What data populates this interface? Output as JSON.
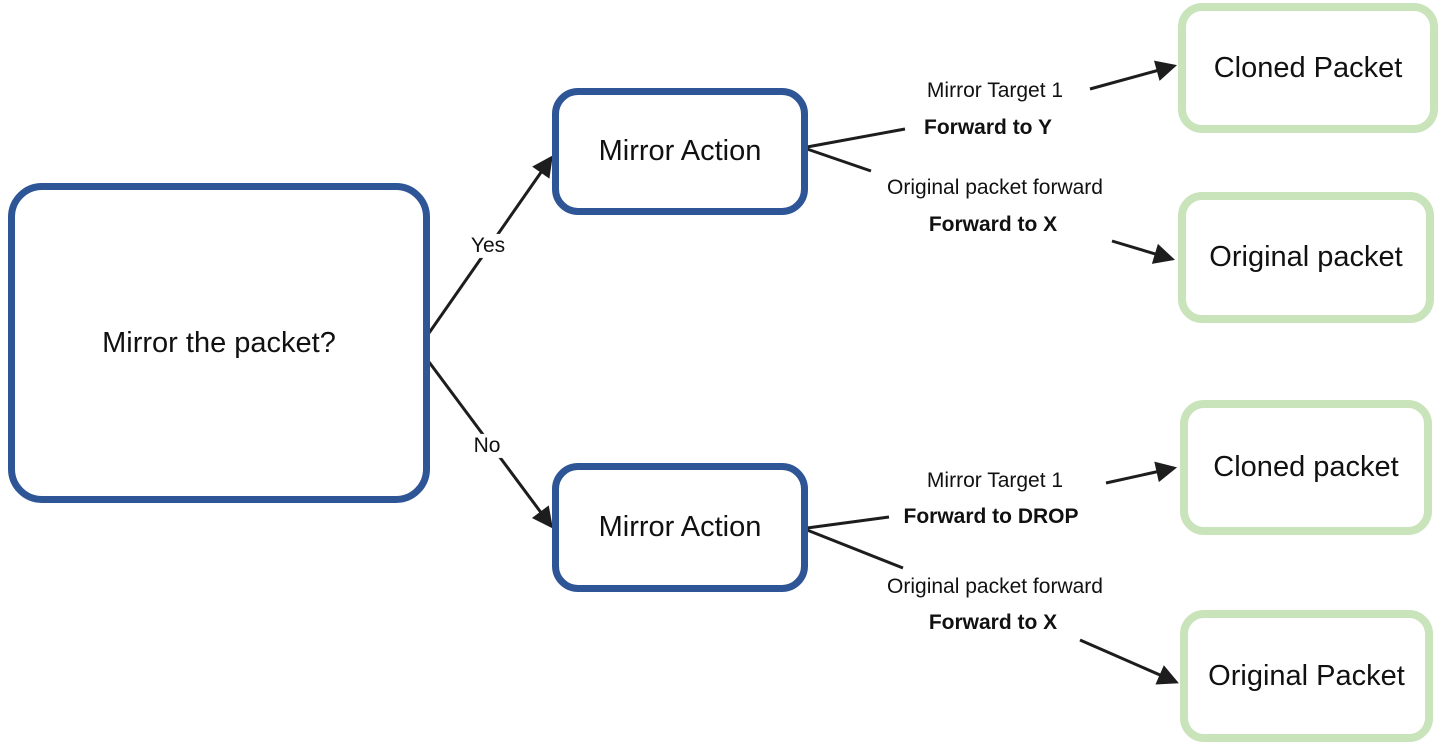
{
  "colors": {
    "node-blue": "#2e5596",
    "node-green": "#c9e3ba",
    "line": "#1d1d1d",
    "text": "#111111"
  },
  "nodes": {
    "decision": {
      "label": "Mirror the packet?"
    },
    "action_yes": {
      "label": "Mirror Action"
    },
    "action_no": {
      "label": "Mirror Action"
    },
    "output_cloned_yes": {
      "label": "Cloned Packet"
    },
    "output_original_yes": {
      "label": "Original packet"
    },
    "output_cloned_no": {
      "label": "Cloned packet"
    },
    "output_original_no": {
      "label": "Original Packet"
    }
  },
  "edges": {
    "yes_label": "Yes",
    "no_label": "No",
    "yes_branch": {
      "mirror_target": "Mirror Target 1",
      "mirror_action": "Forward to Y",
      "original_forward": "Original packet forward",
      "original_action": "Forward to X"
    },
    "no_branch": {
      "mirror_target": "Mirror Target 1",
      "mirror_action": "Forward to DROP",
      "original_forward": "Original packet forward",
      "original_action": "Forward to X"
    }
  }
}
